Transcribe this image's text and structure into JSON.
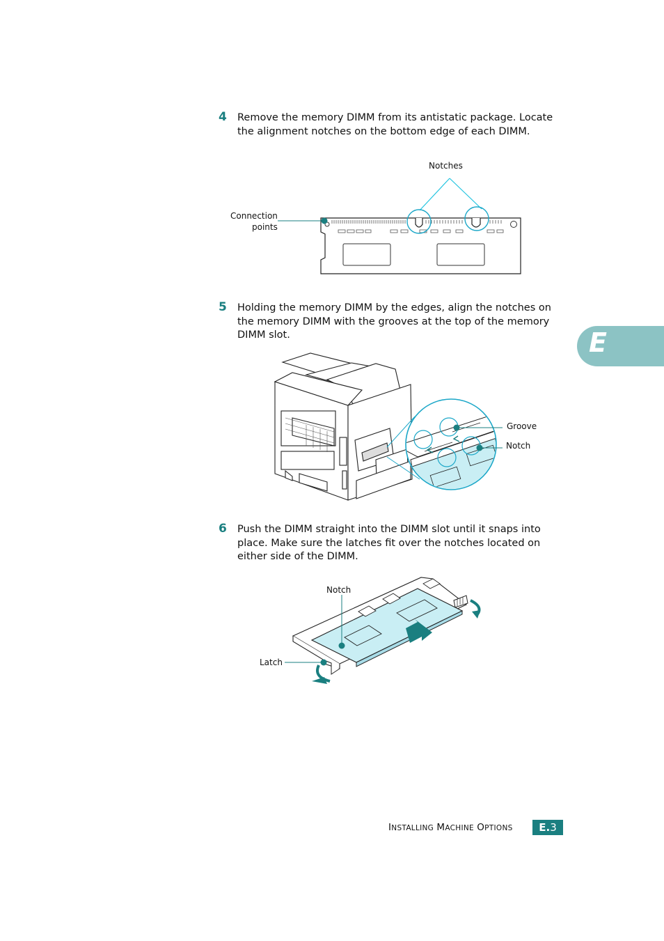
{
  "steps": [
    {
      "number": "4",
      "text": "Remove the memory DIMM from its antistatic package. Locate the alignment notches on the bottom edge of each DIMM."
    },
    {
      "number": "5",
      "text": "Holding the memory DIMM by the edges, align the notches on the memory DIMM with the grooves at the top of the memory DIMM slot."
    },
    {
      "number": "6",
      "text": "Push the DIMM straight into the DIMM slot until it snaps into place. Make sure the latches fit over the notches located on either side of the DIMM."
    }
  ],
  "figure1": {
    "notches_label": "Notches",
    "connection_label_line1": "Connection",
    "connection_label_line2": "points"
  },
  "figure2": {
    "groove_label": "Groove",
    "notch_label": "Notch"
  },
  "figure3": {
    "notch_label": "Notch",
    "latch_label": "Latch"
  },
  "chapter_tab": "E",
  "footer": {
    "section_title": "Installing Machine Options",
    "page_prefix": "E.",
    "page_number": "3"
  },
  "colors": {
    "accent": "#1a7f80",
    "tab": "#8cc3c4",
    "highlight": "#c9eef4"
  }
}
